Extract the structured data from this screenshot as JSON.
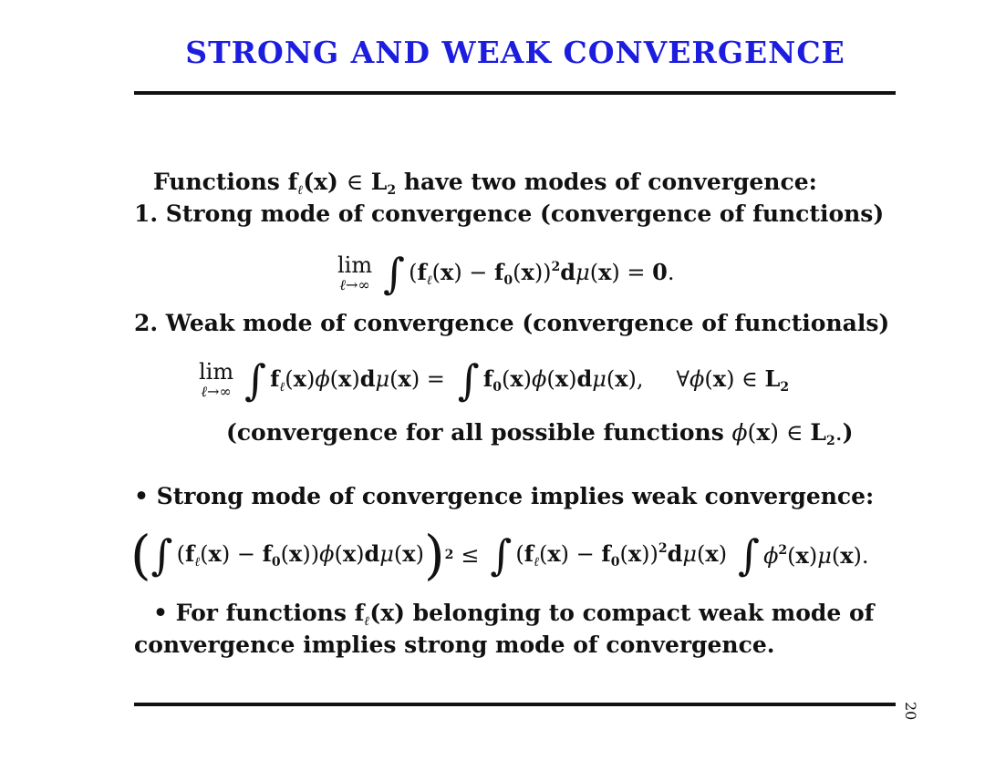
{
  "slide": {
    "title": "STRONG AND WEAK CONVERGENCE",
    "page_number": "20",
    "intro_pre": "Functions ",
    "intro_post": " have two modes of convergence:",
    "strong_label": "1. Strong mode of convergence (convergence of functions)",
    "weak_label": "2. Weak mode of convergence (convergence of functionals)",
    "weak_note_pre": "(convergence for all possible functions ",
    "weak_note_post": ")",
    "bullet1": "• Strong mode of convergence implies weak convergence:",
    "bullet2_line1_pre": "• For functions ",
    "bullet2_line1_post": " belonging to compact weak mode of",
    "bullet2_line2": "convergence implies strong mode of convergence."
  },
  "colors": {
    "title": "#1d1de0",
    "text": "#111111"
  }
}
